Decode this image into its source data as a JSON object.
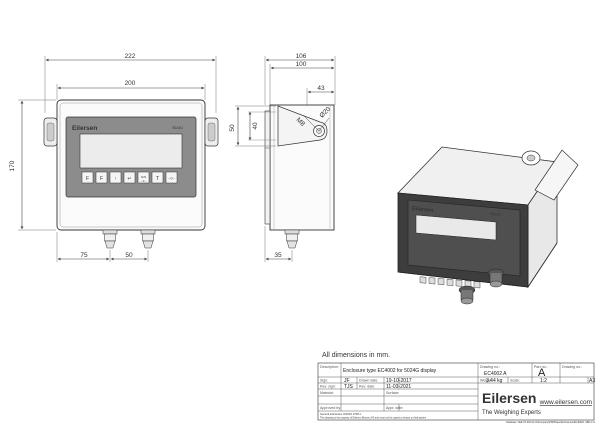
{
  "front_view": {
    "dims": {
      "overall_width": "222",
      "body_width": "200",
      "height": "170",
      "gland_left": "75",
      "gland_spacing": "50"
    },
    "brand": "Eilersen",
    "model": "5024G",
    "keys": [
      "F",
      "F",
      "↑",
      "↵",
      "G/N",
      "→0←",
      "T",
      "→0←"
    ]
  },
  "side_view": {
    "dims": {
      "depth_overall": "106",
      "depth_body": "100",
      "bracket_offset": "43",
      "bracket_height": "50",
      "bracket_slot": "40",
      "screw": "M8",
      "hole": "Ø20",
      "gland_offset": "35"
    }
  },
  "iso_view": {
    "brand": "Eilersen",
    "model": "5024G"
  },
  "note": "All dimensions in mm.",
  "title_block": {
    "description_label": "Description:",
    "description": "Enclosure type EC4002 for 5024G display",
    "drawing_no_label": "Drawing no.:",
    "drawing_no": "EC4002 A",
    "part_no_label": "Part no.:",
    "rev": "A",
    "drawing_no2_label": "Drawing no.:",
    "sign_label": "Sign:",
    "sign": "JF",
    "drawn_date_label": "Drawn date:",
    "drawn_date": "19-10-2017",
    "weight_label": "Weight:",
    "weight": "3.44 kg",
    "scale_label": "Scale:",
    "scale": "1:2",
    "sheet_size": "A3",
    "rev_sign_label": "Rev. sign:",
    "rev_sign": "TJS",
    "rev_date_label": "Rev. date:",
    "rev_date": "11-03-2021",
    "material_label": "Material:",
    "surface_label": "Surface:",
    "approved_label": "Approved by:",
    "appr_date_label": "Appr. date:",
    "tolerance_note": "General tolerances: DS/ISO 2768-1",
    "copyright_note": "This drawing is the property of Eilersen Electric A/S and must not be copied or shown to third parties",
    "company": "Eilersen",
    "tagline": "The Weighing Experts",
    "website": "www.eilersen.com",
    "file_path": "Database: \\\\EE-ST-002-01-01\\Company\\PDM\\Spec\\Enclosures\\EC4002A, SBK-171"
  }
}
